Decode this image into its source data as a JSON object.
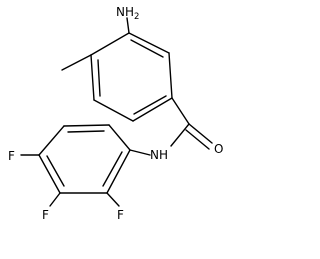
{
  "molecule": {
    "labels": {
      "nh2": {
        "element": "H",
        "subscript": "2",
        "prefix": "N"
      },
      "nh": "NH",
      "o": "O",
      "f_top": "F",
      "f_mid": "F",
      "f_bottom": "F"
    },
    "colors": {
      "bond": "#000000",
      "text": "#000000",
      "background": "#ffffff"
    }
  }
}
